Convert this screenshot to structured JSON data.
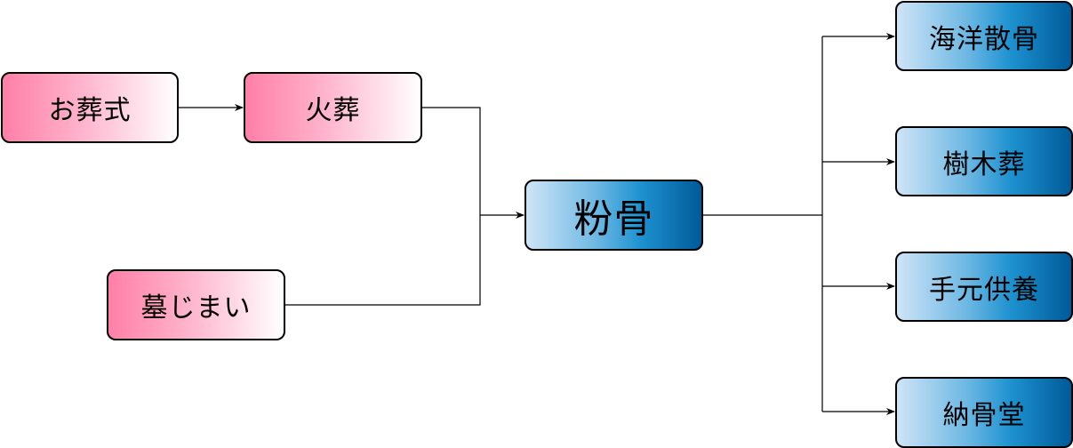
{
  "diagram": {
    "type": "flowchart",
    "colors": {
      "source_gradient": [
        "#ff7fa8",
        "#ffffff"
      ],
      "hub_gradient": [
        "#cfe4f7",
        "#005a99"
      ],
      "stroke": "#000000"
    },
    "nodes": {
      "funeral": {
        "label": "お葬式"
      },
      "cremation": {
        "label": "火葬"
      },
      "grave_closure": {
        "label": "墓じまい"
      },
      "powdering": {
        "label": "粉骨"
      },
      "sea_scattering": {
        "label": "海洋散骨"
      },
      "tree_burial": {
        "label": "樹木葬"
      },
      "home_memorial": {
        "label": "手元供養"
      },
      "columbarium": {
        "label": "納骨堂"
      }
    },
    "edges": [
      {
        "from": "お葬式",
        "to": "火葬"
      },
      {
        "from": "火葬",
        "to": "粉骨"
      },
      {
        "from": "墓じまい",
        "to": "粉骨"
      },
      {
        "from": "粉骨",
        "to": "海洋散骨"
      },
      {
        "from": "粉骨",
        "to": "樹木葬"
      },
      {
        "from": "粉骨",
        "to": "手元供養"
      },
      {
        "from": "粉骨",
        "to": "納骨堂"
      }
    ]
  }
}
